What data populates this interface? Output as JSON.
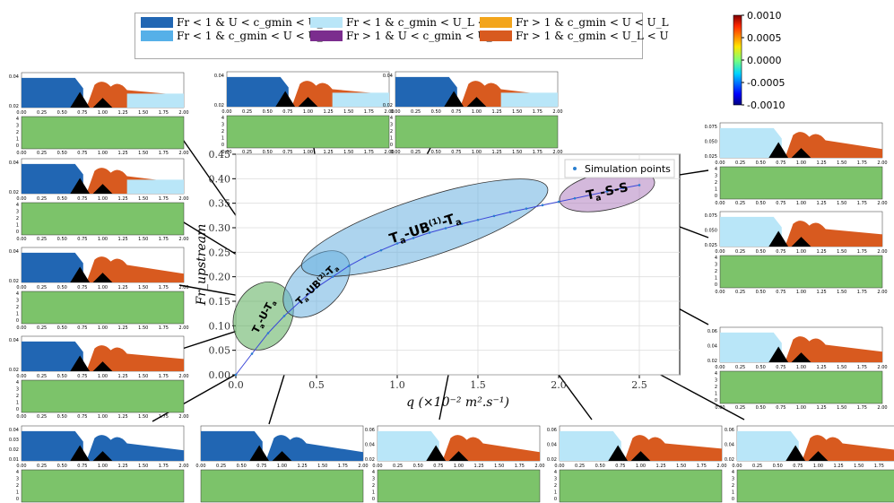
{
  "legend": {
    "items": [
      {
        "label": "Fr < 1   &   U < c_gmin < U_L",
        "color": "#2166b3"
      },
      {
        "label": "Fr < 1   &   c_gmin < U < U_L",
        "color": "#56b0e8"
      },
      {
        "label": "Fr < 1   &   c_gmin < U_L < U",
        "color": "#b9e6f8"
      },
      {
        "label": "Fr > 1   &   U < c_gmin < U_L",
        "color": "#7b2d8e"
      },
      {
        "label": "Fr > 1   &   c_gmin < U < U_L",
        "color": "#f3a51c"
      },
      {
        "label": "Fr > 1   &   c_gmin < U_L < U",
        "color": "#d85a1f"
      }
    ]
  },
  "colorbar": {
    "ticks": [
      "0.0010",
      "0.0005",
      "0.0000",
      "-0.0005",
      "-0.0010"
    ],
    "range": [
      -0.001,
      0.001
    ]
  },
  "chart_data": {
    "type": "scatter",
    "xlabel": "q (×10⁻² m².s⁻¹)",
    "ylabel": "Fr_upstream",
    "xlim": [
      0,
      2.75
    ],
    "ylim": [
      0,
      0.45
    ],
    "xticks": [
      "0.0",
      "0.5",
      "1.0",
      "1.5",
      "2.0",
      "2.5"
    ],
    "yticks": [
      "0.00",
      "0.05",
      "0.10",
      "0.15",
      "0.20",
      "0.25",
      "0.30",
      "0.35",
      "0.40",
      "0.45"
    ],
    "legend_label": "Simulation points",
    "x": [
      0.0,
      0.1,
      0.2,
      0.3,
      0.4,
      0.5,
      0.6,
      0.7,
      0.8,
      0.9,
      1.0,
      1.1,
      1.2,
      1.3,
      1.4,
      1.5,
      1.6,
      1.7,
      1.8,
      1.9,
      2.0,
      2.1,
      2.2,
      2.3,
      2.4,
      2.5
    ],
    "y": [
      0.0,
      0.043,
      0.085,
      0.12,
      0.15,
      0.178,
      0.2,
      0.222,
      0.24,
      0.254,
      0.268,
      0.279,
      0.29,
      0.299,
      0.308,
      0.316,
      0.324,
      0.332,
      0.339,
      0.346,
      0.353,
      0.36,
      0.367,
      0.374,
      0.381,
      0.387
    ],
    "regions": [
      {
        "label": "Ta-U-Ta",
        "cx": 0.17,
        "cy": 0.12,
        "rx": 0.22,
        "ry": 0.058,
        "angle": -62,
        "color": "#5aad5a"
      },
      {
        "label": "Ta-UB(2)-Ta",
        "cx": 0.5,
        "cy": 0.185,
        "rx": 0.25,
        "ry": 0.05,
        "angle": -45,
        "color": "#6ab0e0"
      },
      {
        "label": "Ta-UB(1)-Ta",
        "cx": 1.17,
        "cy": 0.3,
        "rx": 0.8,
        "ry": 0.06,
        "angle": -18,
        "color": "#6ab0e0"
      },
      {
        "label": "Ta-S-S",
        "cx": 2.3,
        "cy": 0.375,
        "rx": 0.3,
        "ry": 0.038,
        "angle": -12,
        "color": "#b07fc0"
      }
    ],
    "region_titles": [
      {
        "base": "T",
        "sub1": "a",
        "mid": "-U-",
        "base2": "T",
        "sub2": "a"
      },
      {
        "base": "T",
        "sub1": "a",
        "mid": "-UB",
        "sup": "(2)",
        "mid2": "-",
        "base2": "T",
        "sub2": "a"
      },
      {
        "base": "T",
        "sub1": "a",
        "mid": "-UB",
        "sup": "(1)",
        "mid2": "-",
        "base2": "T",
        "sub2": "a"
      },
      {
        "base": "T",
        "sub1": "a",
        "mid": "-S-S"
      }
    ],
    "inset_ticks_x": [
      "0.00",
      "0.25",
      "0.50",
      "0.75",
      "1.00",
      "1.25",
      "1.50",
      "1.75",
      "2.00"
    ],
    "insets": [
      {
        "q": 0.35,
        "Fr": 0.16,
        "yt": [
          "0.04",
          "0.02"
        ],
        "zt": [
          "4",
          "3",
          "2",
          "1",
          "0"
        ]
      },
      {
        "q": 0.33,
        "Fr": 0.18,
        "yt": [
          "0.04",
          "0.02"
        ],
        "zt": [
          "4",
          "3",
          "2",
          "1",
          "0"
        ]
      },
      {
        "q": 0.3,
        "Fr": 0.145,
        "yt": [
          "0.04",
          "0.02"
        ],
        "zt": [
          "4",
          "3",
          "2",
          "1",
          "0"
        ]
      },
      {
        "q": 0.2,
        "Fr": 0.11,
        "yt": [
          "0.04",
          "0.02"
        ],
        "zt": [
          "4",
          "3",
          "2",
          "1",
          "0"
        ]
      },
      {
        "q": 0.05,
        "Fr": 0.01,
        "yt": [
          "0.04",
          "0.03",
          "0.02",
          "0.01"
        ],
        "zt": [
          "4",
          "3",
          "2",
          "1",
          "0"
        ]
      },
      {
        "q": 0.3,
        "Fr": 0.0,
        "yt": [],
        "zt": []
      },
      {
        "q": 0.6,
        "Fr": 0.2,
        "yt": [
          "0.04",
          "0.02"
        ],
        "zt": [
          "4",
          "3",
          "2",
          "1",
          "0"
        ]
      },
      {
        "q": 0.85,
        "Fr": 0.24,
        "yt": [
          "0.04",
          "0.02"
        ],
        "zt": [
          "4",
          "3",
          "2",
          "1",
          "0"
        ]
      },
      {
        "q": 2.1,
        "Fr": 0.375,
        "yt": [
          "0.075",
          "0.050",
          "0.025"
        ],
        "zt": [
          "4",
          "3",
          "2",
          "1",
          "0"
        ]
      },
      {
        "q": 2.2,
        "Fr": 0.37,
        "yt": [
          "0.075",
          "0.050",
          "0.025"
        ],
        "zt": [
          "4",
          "3",
          "2",
          "1",
          "0"
        ]
      },
      {
        "q": 1.7,
        "Fr": 0.32,
        "yt": [
          "0.06",
          "0.04",
          "0.02"
        ],
        "zt": [
          "4",
          "3",
          "2",
          "1",
          "0"
        ]
      },
      {
        "q": 1.5,
        "Fr": 0.3,
        "yt": [
          "0.06",
          "0.04",
          "0.02"
        ],
        "zt": [
          "4",
          "3",
          "2",
          "1",
          "0"
        ]
      },
      {
        "q": 1.35,
        "Fr": 0.29,
        "yt": [
          "0.06",
          "0.04",
          "0.02"
        ],
        "zt": [
          "4",
          "3",
          "2",
          "1",
          "0"
        ]
      },
      {
        "q": 1.1,
        "Fr": 0.27,
        "yt": [
          "0.06",
          "0.04",
          "0.02"
        ],
        "zt": [
          "4",
          "3",
          "2",
          "1",
          "0"
        ]
      }
    ]
  }
}
